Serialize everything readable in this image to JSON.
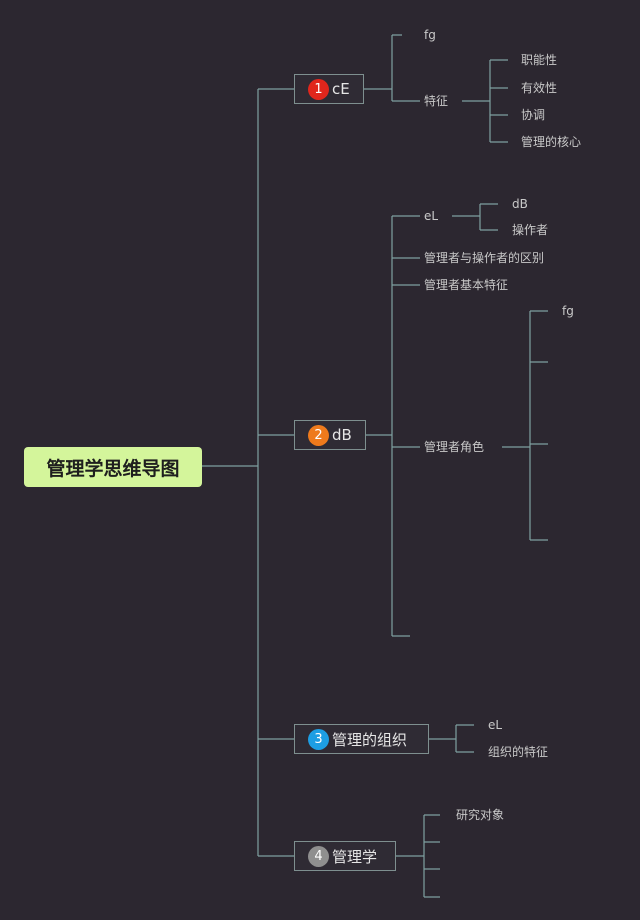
{
  "root": {
    "label": "管理学思维导图"
  },
  "branches": [
    {
      "number": "1",
      "label": "cE",
      "color": "#e1261c",
      "children": [
        {
          "label": "fg"
        },
        {
          "label": "特征",
          "children": [
            "职能性",
            "有效性",
            "协调",
            "管理的核心"
          ]
        }
      ]
    },
    {
      "number": "2",
      "label": "dB",
      "color": "#ee7a1c",
      "children": [
        {
          "label": "eL",
          "children": [
            "dB",
            "操作者"
          ]
        },
        {
          "label": "管理者与操作者的区别"
        },
        {
          "label": "管理者基本特征"
        },
        {
          "label": "管理者角色",
          "children": [
            "fg",
            "",
            "",
            ""
          ]
        },
        {
          "label": ""
        }
      ]
    },
    {
      "number": "3",
      "label": "管理的组织",
      "color": "#1d9ee3",
      "children": [
        {
          "label": "eL"
        },
        {
          "label": "组织的特征"
        }
      ]
    },
    {
      "number": "4",
      "label": "管理学",
      "color": "#8f8f8f",
      "children": [
        {
          "label": "研究对象"
        },
        {
          "label": ""
        },
        {
          "label": ""
        },
        {
          "label": ""
        }
      ]
    }
  ],
  "colors": {
    "line": "#7ea0a0",
    "background": "#2c2730",
    "root_fill": "#d4f59b"
  }
}
